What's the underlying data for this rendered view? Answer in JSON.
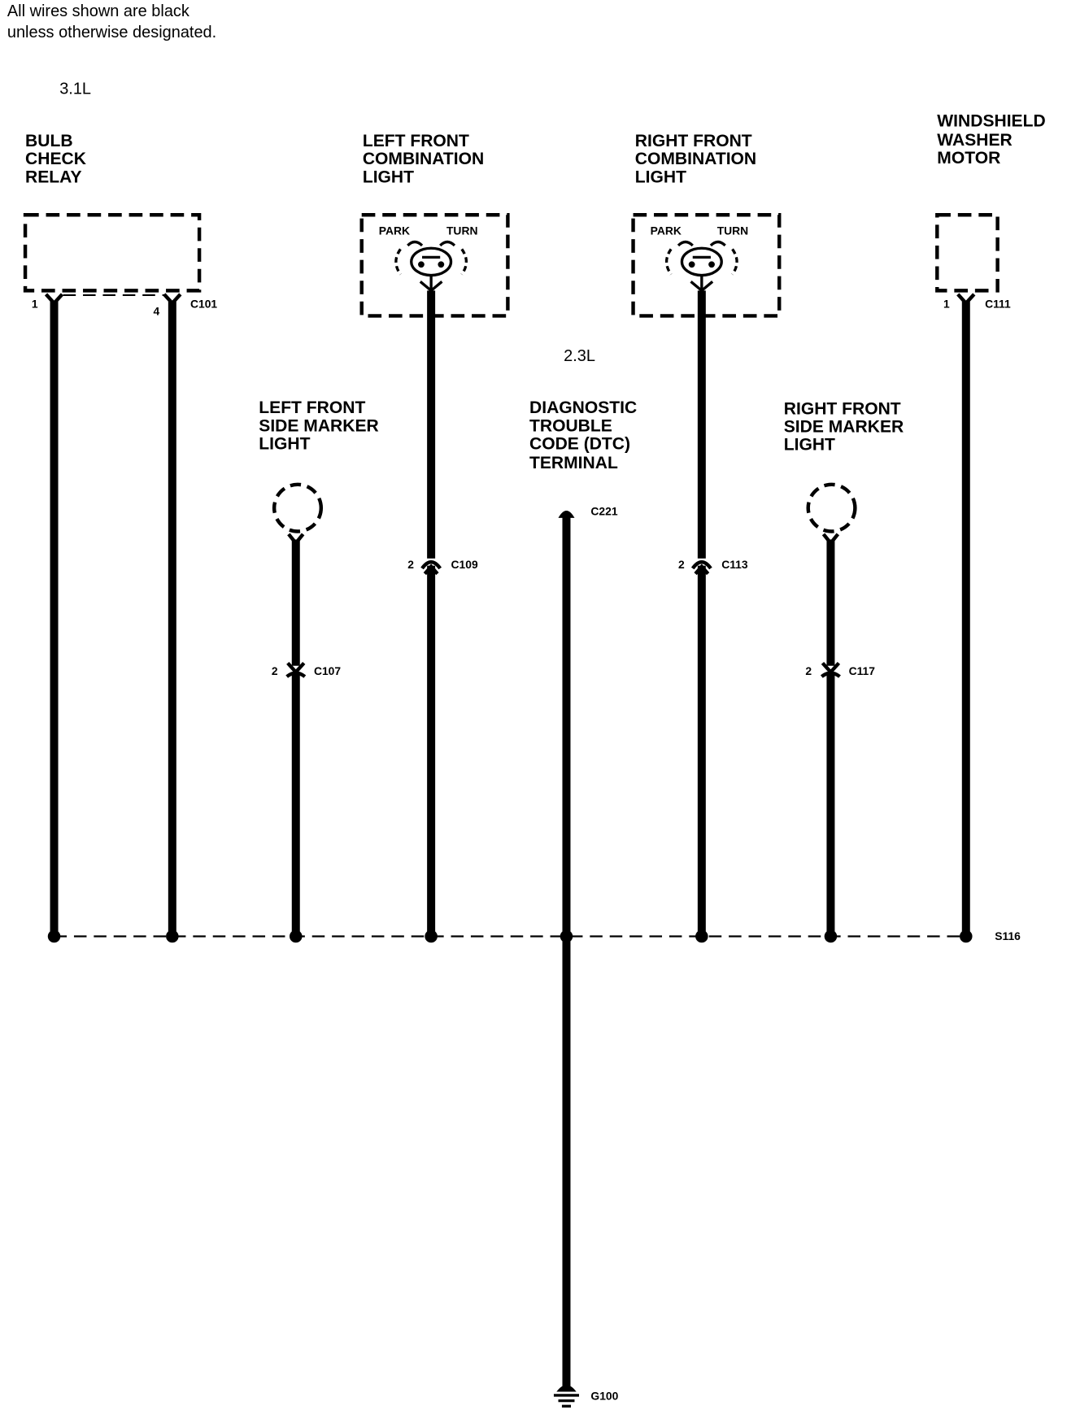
{
  "notes": {
    "line1": "All wires shown are black",
    "line2": "unless otherwise designated."
  },
  "engine_variants": {
    "v31": "3.1L",
    "v23": "2.3L"
  },
  "components": {
    "bulb_check_relay": {
      "label": [
        "BULB",
        "CHECK",
        "RELAY"
      ],
      "pins": [
        "1",
        "4"
      ],
      "connector": "C101"
    },
    "left_front_combination_light": {
      "label": [
        "LEFT FRONT",
        "COMBINATION",
        "LIGHT"
      ],
      "filaments": [
        "PARK",
        "TURN"
      ],
      "pin": "2",
      "connector": "C109"
    },
    "right_front_combination_light": {
      "label": [
        "RIGHT FRONT",
        "COMBINATION",
        "LIGHT"
      ],
      "filaments": [
        "PARK",
        "TURN"
      ],
      "pin": "2",
      "connector": "C113"
    },
    "windshield_washer_motor": {
      "label": [
        "WINDSHIELD",
        "WASHER",
        "MOTOR"
      ],
      "pin": "1",
      "connector": "C111"
    },
    "left_front_side_marker_light": {
      "label": [
        "LEFT FRONT",
        "SIDE MARKER",
        "LIGHT"
      ],
      "pin": "2",
      "connector": "C107"
    },
    "dtc_terminal": {
      "label": [
        "DIAGNOSTIC",
        "TROUBLE",
        "CODE (DTC)",
        "TERMINAL"
      ],
      "connector": "C221"
    },
    "right_front_side_marker_light": {
      "label": [
        "RIGHT FRONT",
        "SIDE MARKER",
        "LIGHT"
      ],
      "pin": "2",
      "connector": "C117"
    }
  },
  "splice": "S116",
  "ground": "G100",
  "colors": {
    "wire": "#000000",
    "background": "#ffffff"
  }
}
